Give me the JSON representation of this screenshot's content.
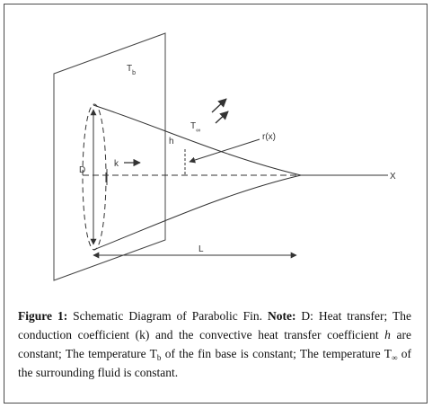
{
  "diagram": {
    "labels": {
      "t_base": "T",
      "t_base_sub": "b",
      "t_inf": "T",
      "t_inf_sub": "∞",
      "h": "h",
      "r": "r(x)",
      "k": "k",
      "d": "D",
      "x": "X",
      "l": "L"
    }
  },
  "caption": {
    "label": "Figure 1:",
    "title": " Schematic Diagram of Parabolic Fin. ",
    "note_label": "Note:",
    "part1": " D: Heat transfer; The conduction coefficient (k) and the convective heat transfer coefficient ",
    "h_symbol": "h",
    "part2": " are constant; The temperature T",
    "tb_sub": "b",
    "part3": "  of the fin base is constant; The temperature T",
    "tinf_sub": "∞",
    "part4": " of the surrounding fluid is constant."
  }
}
